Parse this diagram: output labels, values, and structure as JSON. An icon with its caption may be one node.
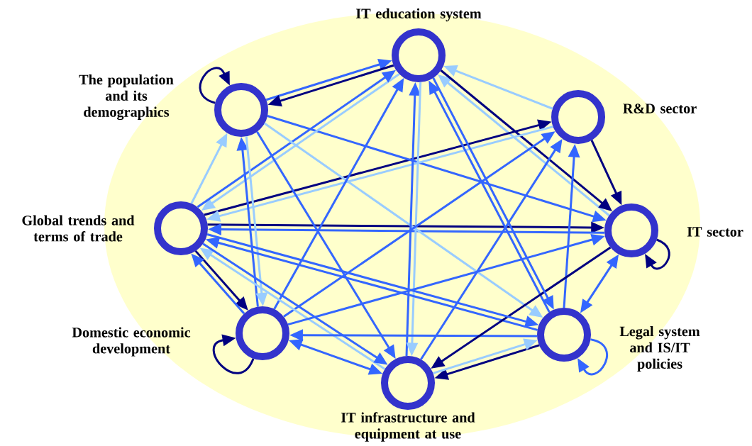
{
  "diagram": {
    "nodes": [
      {
        "text": [
          "IT education system"
        ]
      },
      {
        "text": [
          "The population and its demographics"
        ]
      },
      {
        "text": [
          "R&D sector"
        ]
      },
      {
        "text": [
          "Global trends and terms of trade"
        ]
      },
      {
        "text": [
          "IT sector"
        ]
      },
      {
        "text": [
          "Domestic economic development"
        ]
      },
      {
        "text": [
          "Legal system and IS/IT policies"
        ]
      },
      {
        "text": [
          "IT infrastructure and equipment at use"
        ]
      }
    ],
    "edges": [
      {
        "from": 1,
        "to": 0,
        "arrow": "to"
      },
      {
        "from": 0,
        "to": 1,
        "arrow": "to",
        "color": "#000080"
      },
      {
        "from": 1,
        "to": 1,
        "arrow": "to",
        "color": "#000080"
      },
      {
        "from": 2,
        "to": 0,
        "arrow": "to",
        "color": "#99ccff"
      },
      {
        "from": 4,
        "to": 0,
        "arrow": "to",
        "color": "#99ccff"
      },
      {
        "from": 0,
        "to": 4,
        "arrow": "to",
        "color": "#000080"
      },
      {
        "from": 2,
        "to": 4,
        "arrow": "to",
        "color": "#000080"
      },
      {
        "from": 3,
        "to": 2,
        "arrow": "to",
        "color": "#000080"
      },
      {
        "from": 3,
        "to": 4,
        "arrow": "to",
        "color": "#000080"
      },
      {
        "from": 4,
        "to": 3,
        "arrow": "to"
      },
      {
        "from": 1,
        "to": 4,
        "arrow": "to"
      },
      {
        "from": 2,
        "to": 3,
        "arrow": "to",
        "color": "#99ccff"
      },
      {
        "from": 0,
        "to": 3,
        "arrow": "to",
        "color": "#99ccff"
      },
      {
        "from": 3,
        "to": 1,
        "arrow": "to",
        "color": "#99ccff"
      },
      {
        "from": 3,
        "to": 0,
        "arrow": "to"
      },
      {
        "from": 5,
        "to": 1,
        "arrow": "to"
      },
      {
        "from": 1,
        "to": 5,
        "arrow": "to",
        "color": "#99ccff"
      },
      {
        "from": 1,
        "to": 7,
        "arrow": "to"
      },
      {
        "from": 1,
        "to": 6,
        "arrow": "to",
        "color": "#99ccff"
      },
      {
        "from": 5,
        "to": 0,
        "arrow": "to"
      },
      {
        "from": 7,
        "to": 0,
        "arrow": "to"
      },
      {
        "from": 0,
        "to": 7,
        "arrow": "to",
        "color": "#99ccff"
      },
      {
        "from": 6,
        "to": 0,
        "arrow": "to"
      },
      {
        "from": 5,
        "to": 2,
        "arrow": "to"
      },
      {
        "from": 7,
        "to": 2,
        "arrow": "to"
      },
      {
        "from": 6,
        "to": 2,
        "arrow": "to"
      },
      {
        "from": 3,
        "to": 5,
        "arrow": "to",
        "color": "#000080"
      },
      {
        "from": 5,
        "to": 3,
        "arrow": "to"
      },
      {
        "from": 6,
        "to": 3,
        "arrow": "to"
      },
      {
        "from": 7,
        "to": 3,
        "arrow": "to",
        "color": "#99ccff"
      },
      {
        "from": 6,
        "to": 5,
        "arrow": "to"
      },
      {
        "from": 5,
        "to": 7,
        "arrow": "both"
      },
      {
        "from": 4,
        "to": 7,
        "arrow": "to",
        "color": "#000080"
      },
      {
        "from": 6,
        "to": 7,
        "arrow": "to",
        "color": "#000080"
      },
      {
        "from": 7,
        "to": 6,
        "arrow": "to",
        "color": "#99ccff"
      },
      {
        "from": 4,
        "to": 6,
        "arrow": "both"
      },
      {
        "from": 6,
        "to": 6,
        "arrow": "to"
      },
      {
        "from": 4,
        "to": 4,
        "arrow": "to",
        "color": "#000080"
      },
      {
        "from": 5,
        "to": 5,
        "arrow": "to",
        "color": "#000080"
      },
      {
        "from": 5,
        "to": 4,
        "arrow": "to"
      },
      {
        "from": 0,
        "to": 6,
        "arrow": "to"
      },
      {
        "from": 3,
        "to": 6,
        "arrow": "to"
      },
      {
        "from": 3,
        "to": 7,
        "arrow": "to"
      }
    ]
  }
}
